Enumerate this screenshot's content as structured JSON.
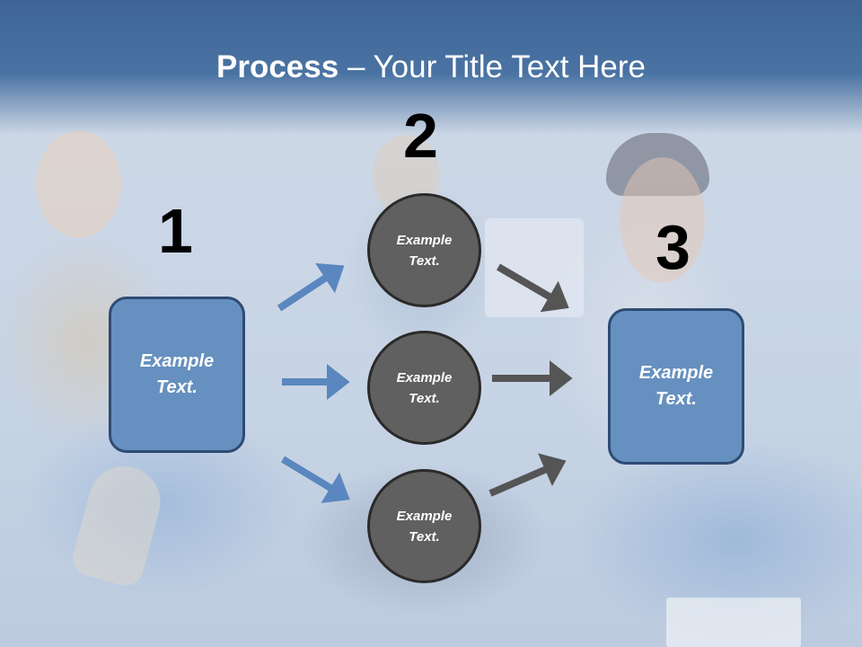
{
  "slide": {
    "title_bold": "Process",
    "title_separator": " – ",
    "title_rest": "Your Title Text Here"
  },
  "steps": {
    "one": "1",
    "two": "2",
    "three": "3"
  },
  "left_box": {
    "text": "Example Text."
  },
  "middle_circles": [
    {
      "text": "Example Text."
    },
    {
      "text": "Example Text."
    },
    {
      "text": "Example Text."
    }
  ],
  "right_box": {
    "text": "Example Text."
  },
  "colors": {
    "header": "#3d6494",
    "box_fill": "#6690bf",
    "box_border": "#2e4c74",
    "circle_fill": "#606060",
    "left_arrows": "#5a87bf",
    "right_arrows": "#555555"
  }
}
